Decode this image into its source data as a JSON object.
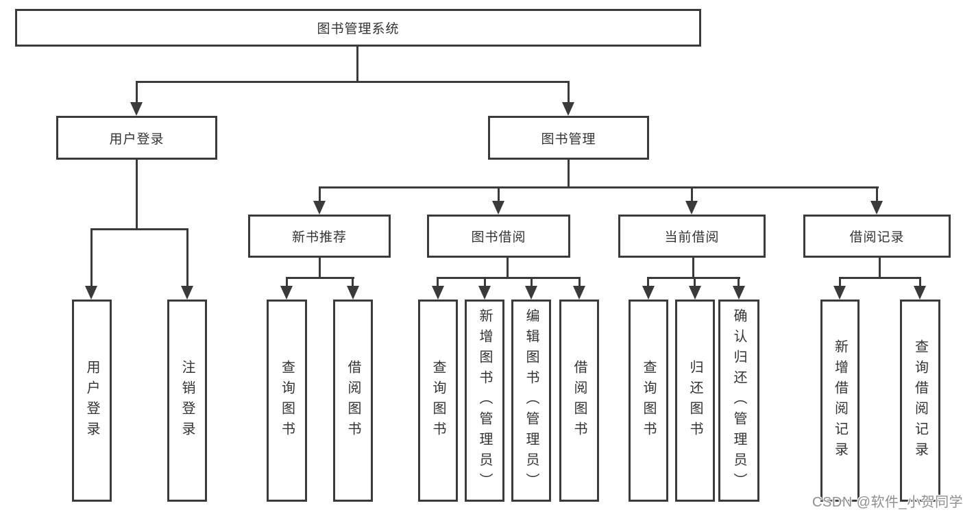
{
  "diagram": {
    "root": {
      "label": "图书管理系统"
    },
    "branches": [
      {
        "label": "用户登录",
        "leaves": [
          {
            "label": "用户登录"
          },
          {
            "label": "注销登录"
          }
        ]
      },
      {
        "label": "图书管理",
        "sections": [
          {
            "label": "新书推荐",
            "leaves": [
              {
                "label": "查询图书"
              },
              {
                "label": "借阅图书"
              }
            ]
          },
          {
            "label": "图书借阅",
            "leaves": [
              {
                "label": "查询图书"
              },
              {
                "label": "新增图书（管理员）"
              },
              {
                "label": "编辑图书（管理员）"
              },
              {
                "label": "借阅图书"
              }
            ]
          },
          {
            "label": "当前借阅",
            "leaves": [
              {
                "label": "查询图书"
              },
              {
                "label": "归还图书"
              },
              {
                "label": "确认归还（管理员）"
              }
            ]
          },
          {
            "label": "借阅记录",
            "leaves": [
              {
                "label": "新增借阅记录"
              },
              {
                "label": "查询借阅记录"
              }
            ]
          }
        ]
      }
    ]
  },
  "watermark": {
    "text": "CSDN @软件_小贺同学"
  },
  "colors": {
    "line": "#3a3a3a",
    "text": "#333333",
    "background": "#ffffff",
    "watermark": "#8f8f8f"
  }
}
